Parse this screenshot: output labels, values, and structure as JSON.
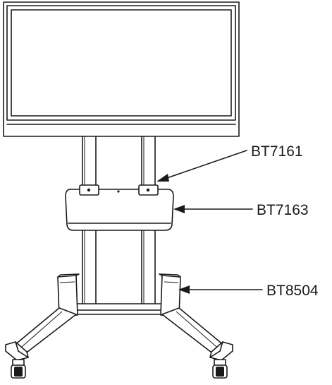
{
  "callouts": [
    {
      "id": "bt7161",
      "text": "BT7161"
    },
    {
      "id": "bt7163",
      "text": "BT7163"
    },
    {
      "id": "bt8504",
      "text": "BT8504"
    }
  ],
  "colors": {
    "line": "#1a1a1a",
    "background": "#ffffff"
  }
}
